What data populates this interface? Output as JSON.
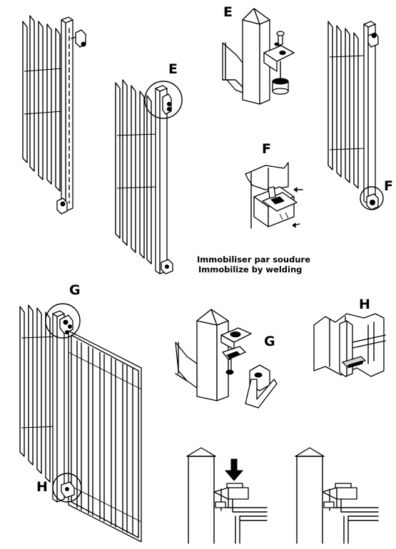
{
  "labels": {
    "E1": "E",
    "E2": "E",
    "F1": "F",
    "F2": "F",
    "G1": "G",
    "G2": "G",
    "H1": "H",
    "H2": "H"
  },
  "note": {
    "fr": "Immobiliser par soudure",
    "en": "Immobilize by welding"
  }
}
